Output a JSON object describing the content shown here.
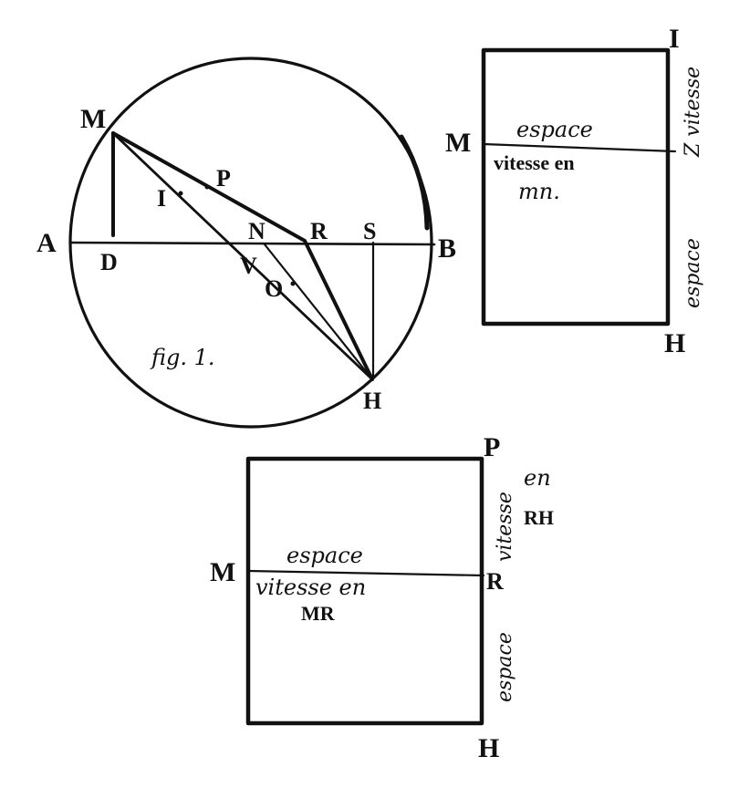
{
  "figure_1": {
    "caption": "fig. 1.",
    "points": {
      "M": "M",
      "A": "A",
      "B": "B",
      "D": "D",
      "I": "I",
      "P": "P",
      "N": "N",
      "R": "R",
      "S": "S",
      "V": "V",
      "O": "O",
      "H": "H"
    }
  },
  "diagram_2": {
    "top_left_label": "M",
    "corner_top_right": "I",
    "corner_bottom_right": "H",
    "upper_region": "espace",
    "lower_region_line1": "vitesse en",
    "lower_region_line2": "mn.",
    "right_side_top": "Z vitesse",
    "right_side_bottom": "espace"
  },
  "diagram_3": {
    "left_label": "M",
    "corner_top_right": "P",
    "right_mid": "R",
    "corner_bottom_right": "H",
    "upper_region": "espace",
    "lower_region_line1": "vitesse en",
    "lower_region_line2": "MR",
    "right_side_top_word": "vitesse",
    "right_side_top_suffix": "en",
    "right_side_top_suffix2": "RH",
    "right_side_bottom": "espace"
  }
}
